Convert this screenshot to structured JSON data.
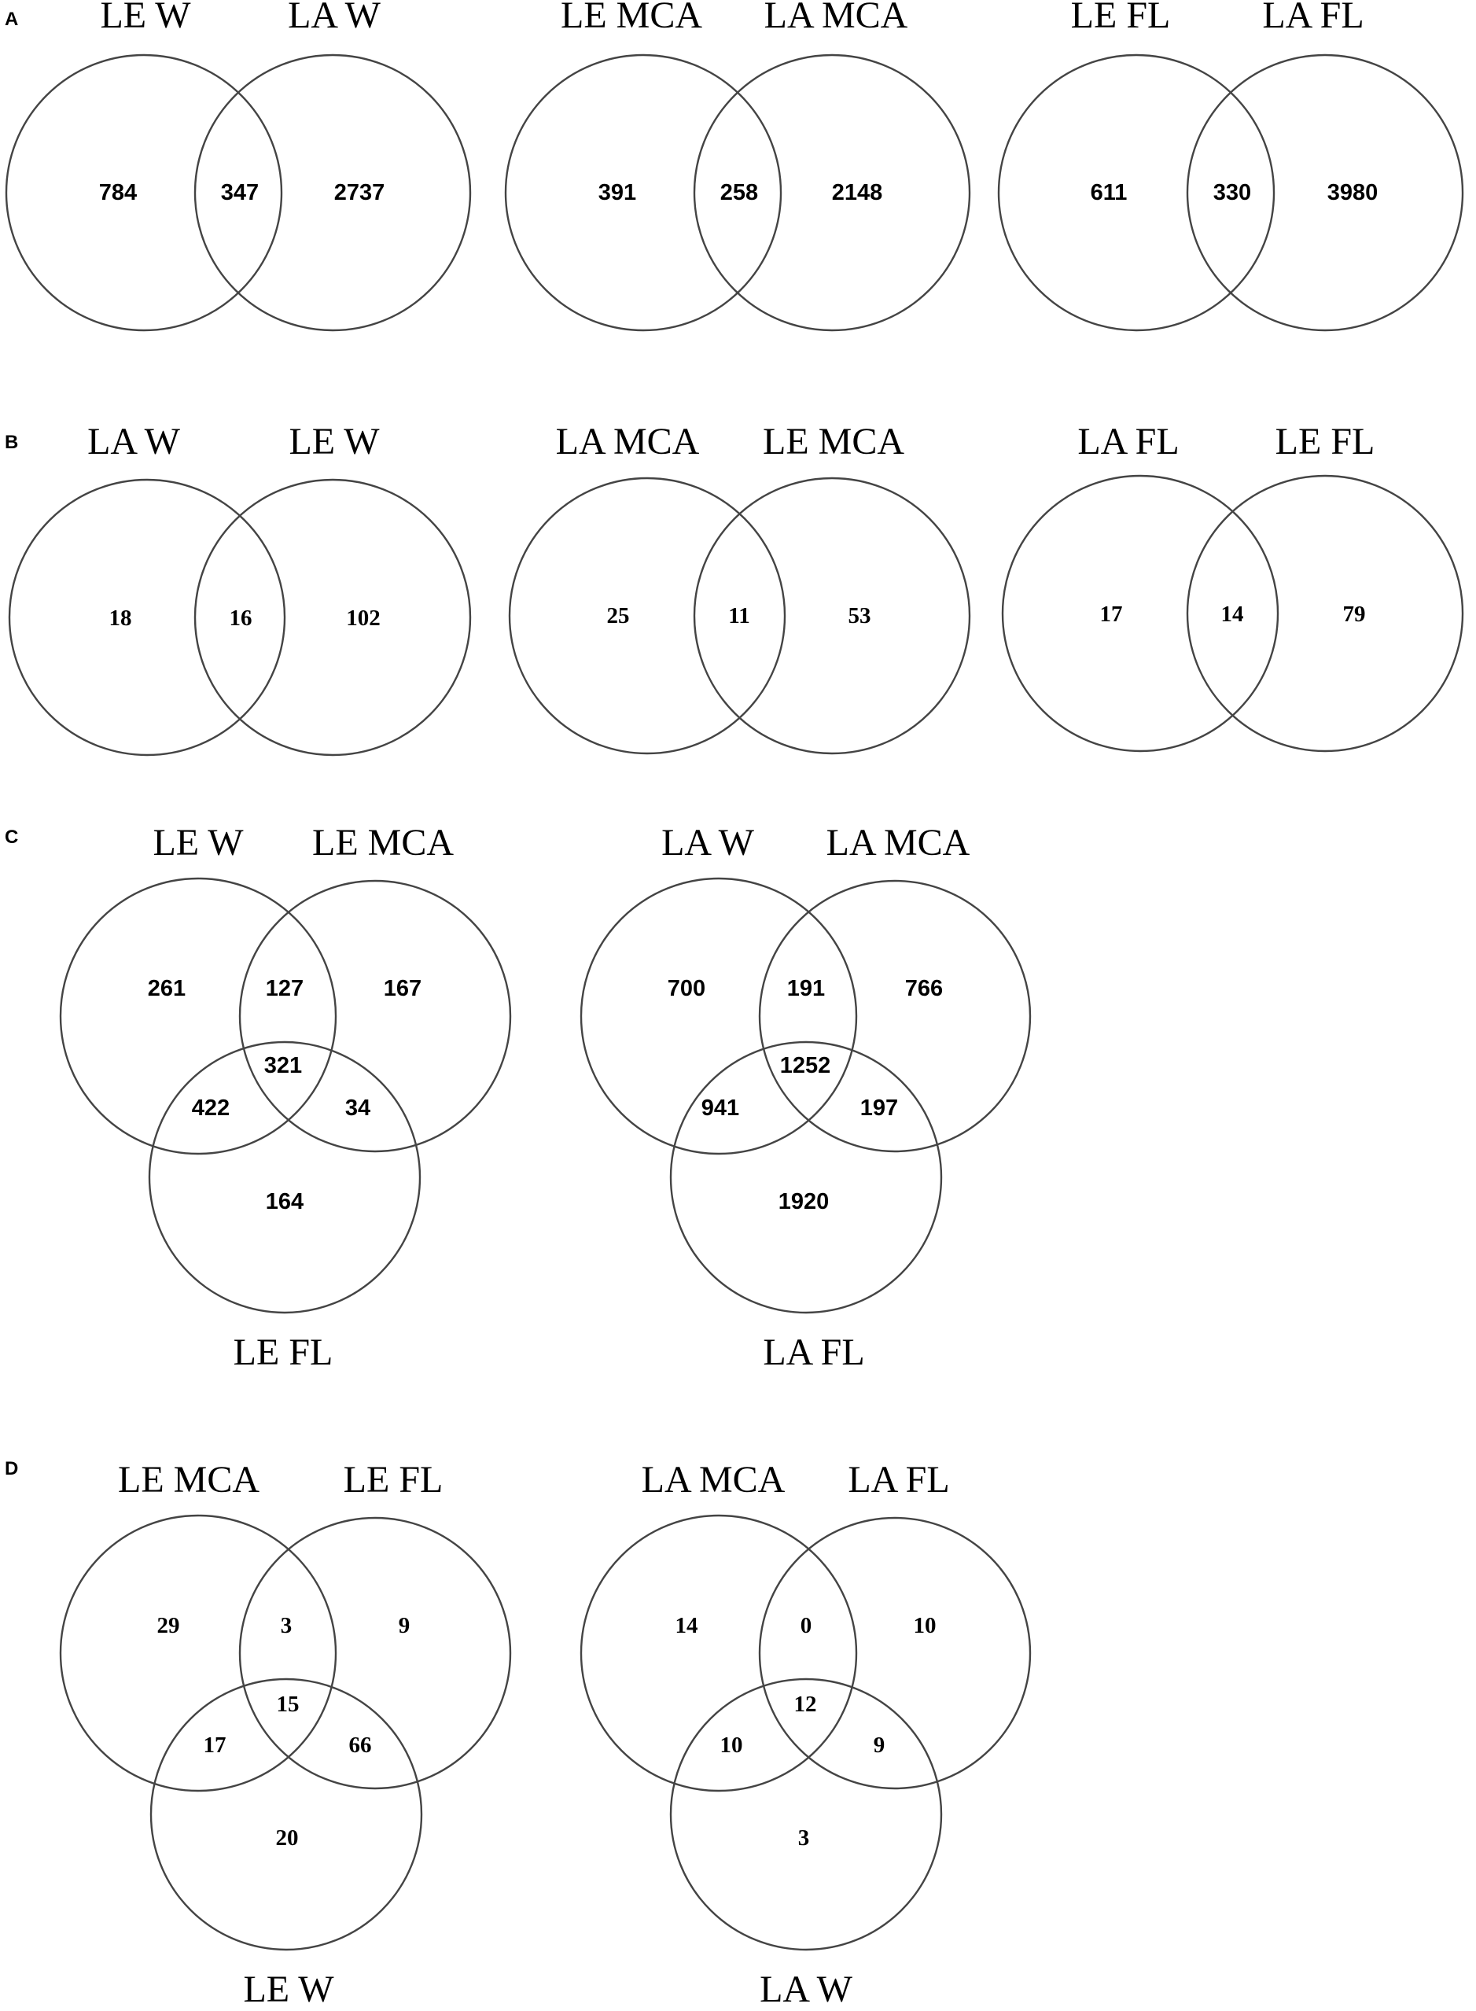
{
  "panels": {
    "A": {
      "letter": "A",
      "diagrams": [
        {
          "labels": [
            "LE W",
            "LA W"
          ],
          "counts": [
            "784",
            "347",
            "2737"
          ]
        },
        {
          "labels": [
            "LE MCA",
            "LA MCA"
          ],
          "counts": [
            "391",
            "258",
            "2148"
          ]
        },
        {
          "labels": [
            "LE FL",
            "LA FL"
          ],
          "counts": [
            "611",
            "330",
            "3980"
          ]
        }
      ]
    },
    "B": {
      "letter": "B",
      "diagrams": [
        {
          "labels": [
            "LA W",
            "LE W"
          ],
          "counts": [
            "18",
            "16",
            "102"
          ]
        },
        {
          "labels": [
            "LA MCA",
            "LE MCA"
          ],
          "counts": [
            "25",
            "11",
            "53"
          ]
        },
        {
          "labels": [
            "LA FL",
            "LE FL"
          ],
          "counts": [
            "17",
            "14",
            "79"
          ]
        }
      ]
    },
    "C": {
      "letter": "C",
      "diagrams": [
        {
          "labels": [
            "LE W",
            "LE MCA",
            "LE FL"
          ],
          "counts": [
            "261",
            "127",
            "167",
            "321",
            "422",
            "34",
            "164"
          ]
        },
        {
          "labels": [
            "LA W",
            "LA MCA",
            "LA FL"
          ],
          "counts": [
            "700",
            "191",
            "766",
            "1252",
            "941",
            "197",
            "1920"
          ]
        }
      ]
    },
    "D": {
      "letter": "D",
      "diagrams": [
        {
          "labels": [
            "LE MCA",
            "LE FL",
            "LE W"
          ],
          "counts": [
            "29",
            "3",
            "9",
            "15",
            "17",
            "66",
            "20"
          ]
        },
        {
          "labels": [
            "LA MCA",
            "LA FL",
            "LA W"
          ],
          "counts": [
            "14",
            "0",
            "10",
            "12",
            "10",
            "9",
            "3"
          ]
        }
      ]
    }
  }
}
